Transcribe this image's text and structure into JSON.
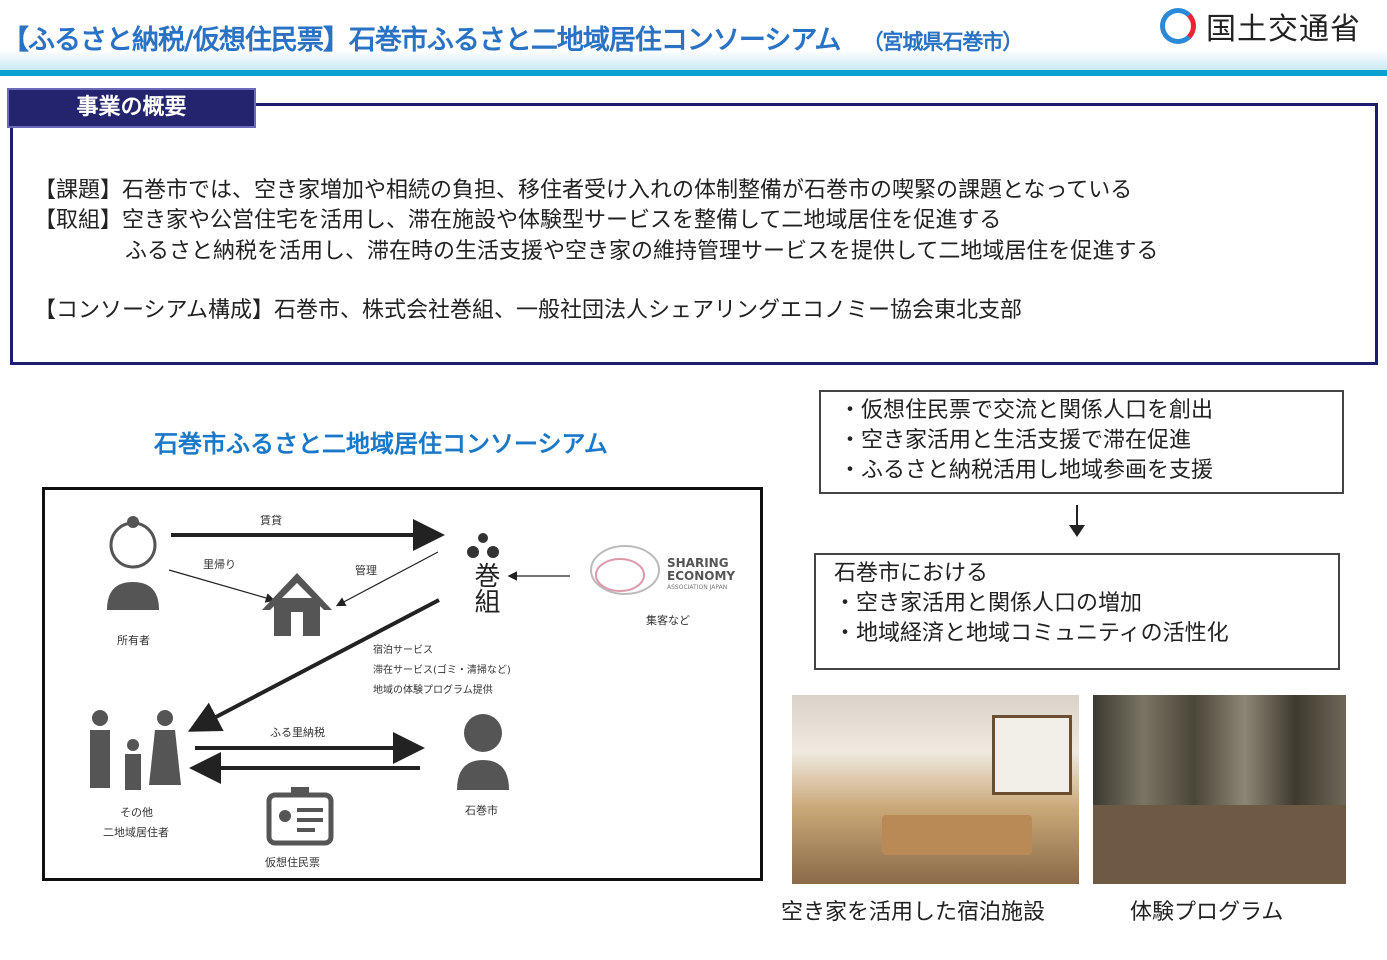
{
  "header": {
    "title": "【ふるさと納税/仮想住民票】石巻市ふるさと二地域居住コンソーシアム",
    "subtitle": "（宮城県石巻市）",
    "ministry": "国土交通省"
  },
  "overview": {
    "tag": "事業の概要",
    "lines": [
      "【課題】石巻市では、空き家増加や相続の負担、移住者受け入れの体制整備が石巻市の喫緊の課題となっている",
      "【取組】空き家や公営住宅を活用し、滞在施設や体験型サービスを整備して二地域居住を促進する",
      "ふるさと納税を活用し、滞在時の生活支援や空き家の維持管理サービスを提供して二地域居住を促進する",
      "【コンソーシアム構成】石巻市、株式会社巻組、一般社団法人シェアリングエコノミー協会東北支部"
    ]
  },
  "diagram": {
    "title": "石巻市ふるさと二地域居住コンソーシアム",
    "labels": {
      "rent": "賃貸",
      "return_home": "里帰り",
      "manage": "管理",
      "owner": "所有者",
      "makigumi": "巻組",
      "sharing1": "SHARING",
      "sharing2": "ECONOMY",
      "sharing3": "ASSOCIATION JAPAN",
      "attract": "集客など",
      "svc1": "宿泊サービス",
      "svc2": "滞在サービス(ゴミ・清掃など)",
      "svc3": "地域の体験プログラム提供",
      "tax": "ふる里納税",
      "others1": "その他",
      "others2": "二地域居住者",
      "city": "石巻市",
      "virtual": "仮想住民票"
    }
  },
  "effects": {
    "items": [
      "・仮想住民票で交流と関係人口を創出",
      "・空き家活用と生活支援で滞在促進",
      "・ふるさと納税活用し地域参画を支援"
    ]
  },
  "outcome": {
    "heading": "石巻市における",
    "items": [
      "・空き家活用と関係人口の増加",
      "・地域経済と地域コミュニティの活性化"
    ]
  },
  "photos": {
    "captions": [
      "空き家を活用した宿泊施設",
      "体験プログラム"
    ]
  }
}
